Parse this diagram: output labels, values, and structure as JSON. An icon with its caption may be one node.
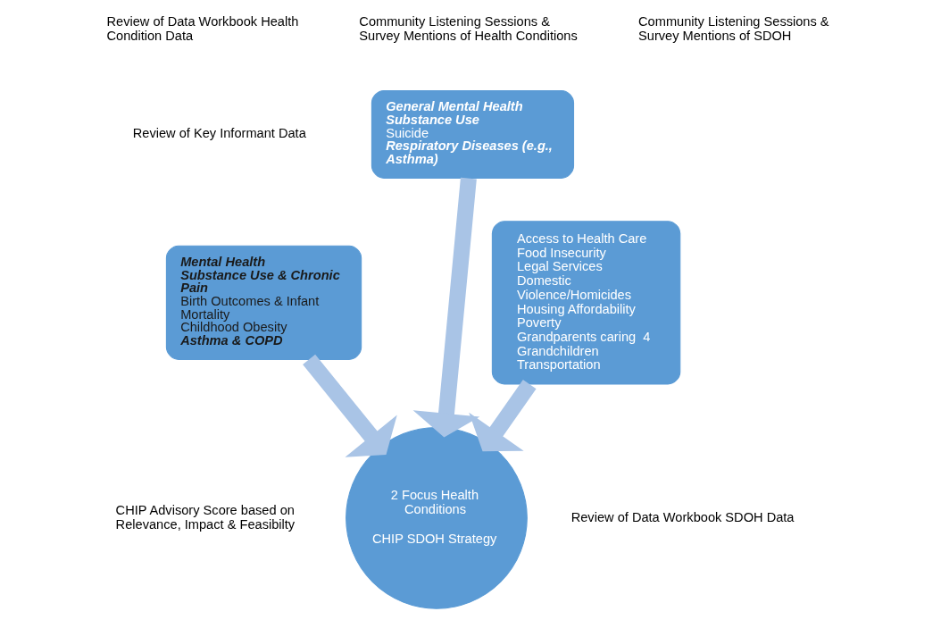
{
  "diagram": {
    "nodes": [
      {
        "text": [
          "General Mental Health",
          "Substance Use",
          "Suicide",
          "Respiratory Diseases (e.g., Asthma)"
        ]
      },
      {
        "text": [
          "Mental Health",
          "Substance Use & Chronic Pain",
          "Birth Outcomes & Infant Mortality",
          "Childhood Obesity",
          "Asthma & COPD"
        ]
      },
      {
        "text": [
          "Access to Health Care",
          "Food Insecurity",
          "Legal Services",
          "Domestic Violence/Homicides",
          "Housing Affordability",
          "Poverty",
          "Grandparents caring  4 Grandchildren",
          "Transportation"
        ]
      },
      {
        "text": [
          "2 Focus Health Conditions",
          "CHIP SDOH Strategy"
        ]
      }
    ],
    "edges": [
      {
        "from": 0,
        "to": 3,
        "arrow": "to"
      },
      {
        "from": 1,
        "to": 3,
        "arrow": "to"
      },
      {
        "from": 2,
        "to": 3,
        "arrow": "to"
      }
    ],
    "labels": [
      "Community Listening Sessions & Survey Mentions of Health Conditions",
      "Review of Data Workbook Health Condition Data",
      "Community Listening Sessions & Survey Mentions of SDOH",
      "Review of Key Informant Data",
      "Review of Data Workbook SDOH Data",
      "CHIP Advisory Score based on Relevance, Impact & Feasibilty"
    ]
  }
}
